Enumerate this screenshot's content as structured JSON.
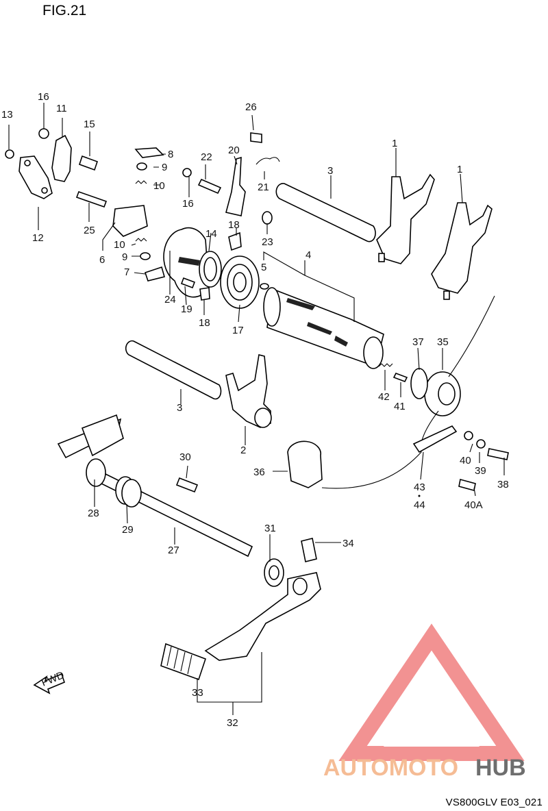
{
  "figure": {
    "title": "FIG.21",
    "code": "VS800GLV E03_021"
  },
  "watermark": {
    "brand_a": "AUTOMOTO",
    "brand_b": "HUB",
    "color_a": "#f4b183",
    "color_b": "#555555",
    "triangle_color": "#f08080"
  },
  "fwd_label": "FWD",
  "callouts": [
    {
      "id": "c1a",
      "text": "1"
    },
    {
      "id": "c1b",
      "text": "1"
    },
    {
      "id": "c2",
      "text": "2"
    },
    {
      "id": "c3a",
      "text": "3"
    },
    {
      "id": "c3b",
      "text": "3"
    },
    {
      "id": "c4",
      "text": "4"
    },
    {
      "id": "c5",
      "text": "5"
    },
    {
      "id": "c6",
      "text": "6"
    },
    {
      "id": "c7",
      "text": "7"
    },
    {
      "id": "c8",
      "text": "8"
    },
    {
      "id": "c9a",
      "text": "9"
    },
    {
      "id": "c9b",
      "text": "9"
    },
    {
      "id": "c10a",
      "text": "10"
    },
    {
      "id": "c10b",
      "text": "10"
    },
    {
      "id": "c11",
      "text": "11"
    },
    {
      "id": "c12",
      "text": "12"
    },
    {
      "id": "c13",
      "text": "13"
    },
    {
      "id": "c14",
      "text": "14"
    },
    {
      "id": "c15",
      "text": "15"
    },
    {
      "id": "c16a",
      "text": "16"
    },
    {
      "id": "c16b",
      "text": "16"
    },
    {
      "id": "c17",
      "text": "17"
    },
    {
      "id": "c18a",
      "text": "18"
    },
    {
      "id": "c18b",
      "text": "18"
    },
    {
      "id": "c19",
      "text": "19"
    },
    {
      "id": "c20",
      "text": "20"
    },
    {
      "id": "c21",
      "text": "21"
    },
    {
      "id": "c22",
      "text": "22"
    },
    {
      "id": "c23",
      "text": "23"
    },
    {
      "id": "c24",
      "text": "24"
    },
    {
      "id": "c25",
      "text": "25"
    },
    {
      "id": "c26",
      "text": "26"
    },
    {
      "id": "c27",
      "text": "27"
    },
    {
      "id": "c28",
      "text": "28"
    },
    {
      "id": "c29",
      "text": "29"
    },
    {
      "id": "c30",
      "text": "30"
    },
    {
      "id": "c31",
      "text": "31"
    },
    {
      "id": "c32",
      "text": "32"
    },
    {
      "id": "c33",
      "text": "33"
    },
    {
      "id": "c34",
      "text": "34"
    },
    {
      "id": "c35",
      "text": "35"
    },
    {
      "id": "c36",
      "text": "36"
    },
    {
      "id": "c37",
      "text": "37"
    },
    {
      "id": "c38",
      "text": "38"
    },
    {
      "id": "c39",
      "text": "39"
    },
    {
      "id": "c40",
      "text": "40"
    },
    {
      "id": "c40A",
      "text": "40A"
    },
    {
      "id": "c41",
      "text": "41"
    },
    {
      "id": "c42",
      "text": "42"
    },
    {
      "id": "c43",
      "text": "43"
    },
    {
      "id": "c44",
      "text": "44"
    }
  ]
}
